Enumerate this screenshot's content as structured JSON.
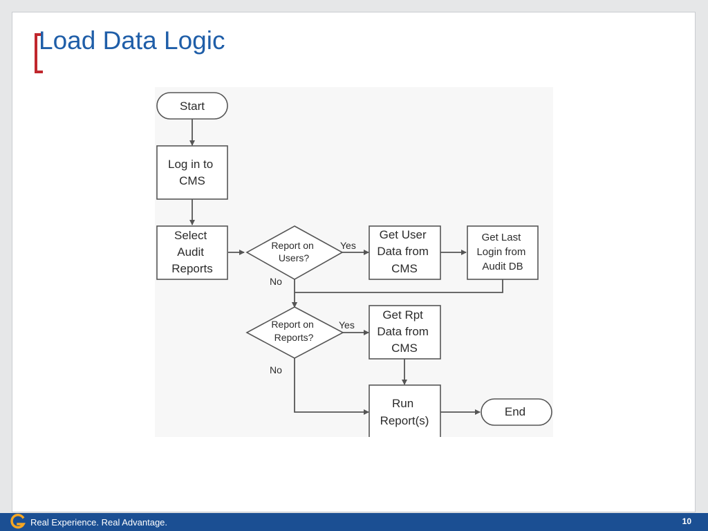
{
  "slide": {
    "title": "Load Data Logic",
    "accent_color": "#c0272d",
    "title_color": "#1f5ea8"
  },
  "flowchart": {
    "nodes": {
      "start": {
        "lines": [
          "Start"
        ],
        "shape": "rounded"
      },
      "login": {
        "lines": [
          "Log in to",
          "CMS"
        ],
        "shape": "rect"
      },
      "select_audit": {
        "lines": [
          "Select",
          "Audit",
          "Reports"
        ],
        "shape": "rect"
      },
      "report_on_users": {
        "lines": [
          "Report on",
          "Users?"
        ],
        "shape": "diamond"
      },
      "get_user_data": {
        "lines": [
          "Get User",
          "Data from",
          "CMS"
        ],
        "shape": "rect"
      },
      "get_last_login": {
        "lines": [
          "Get Last",
          "Login from",
          "Audit DB"
        ],
        "shape": "rect"
      },
      "report_on_reports": {
        "lines": [
          "Report on",
          "Reports?"
        ],
        "shape": "diamond"
      },
      "get_rpt_data": {
        "lines": [
          "Get Rpt",
          "Data from",
          "CMS"
        ],
        "shape": "rect"
      },
      "run_reports": {
        "lines": [
          "Run",
          "Report(s)"
        ],
        "shape": "rect"
      },
      "end": {
        "lines": [
          "End"
        ],
        "shape": "rounded"
      }
    },
    "edge_labels": {
      "users_yes": "Yes",
      "users_no": "No",
      "reports_yes": "Yes",
      "reports_no": "No"
    }
  },
  "footer": {
    "tagline": "Real Experience. Real Advantage.",
    "page_number": "10",
    "logo_letter": "G",
    "bar_color": "#1b4f93",
    "logo_color": "#f5a623"
  }
}
